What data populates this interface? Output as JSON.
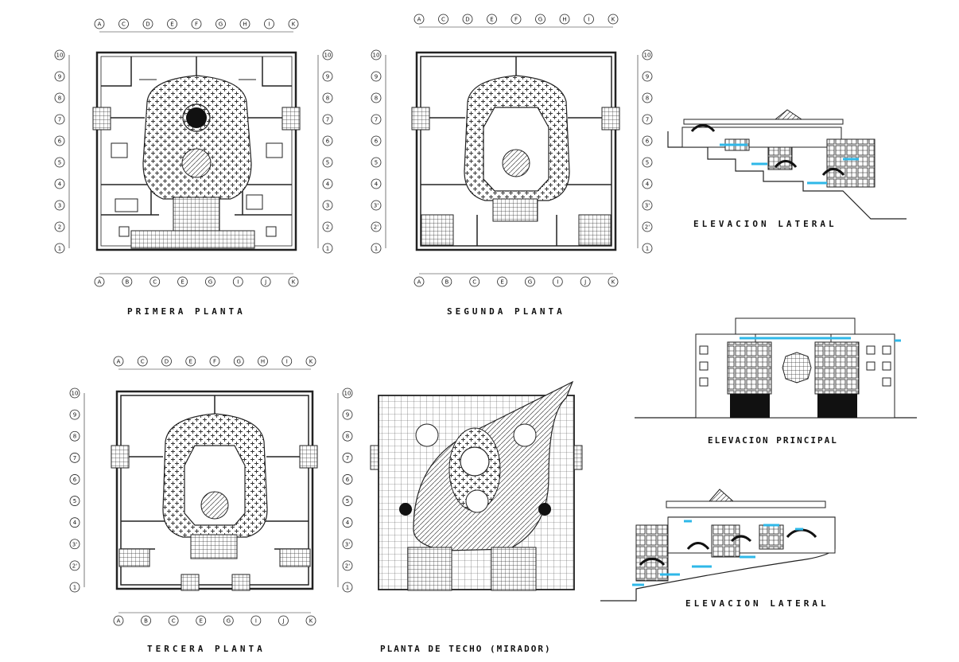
{
  "titles": {
    "primera": "PRIMERA   PLANTA",
    "segunda": "SEGUNDA   PLANTA",
    "tercera": "TERCERA   PLANTA",
    "techo": "PLANTA DE TECHO (MIRADOR)",
    "elev_lateral_1": "ELEVACION  LATERAL",
    "elev_principal": "ELEVACION PRINCIPAL",
    "elev_lateral_2": "ELEVACION  LATERAL"
  },
  "grid": {
    "primera_top": [
      "A",
      "C",
      "D",
      "E",
      "F",
      "G",
      "H",
      "I",
      "K"
    ],
    "primera_bottom": [
      "A",
      "B",
      "C",
      "E",
      "G",
      "I",
      "J",
      "K"
    ],
    "segunda_top": [
      "A",
      "C",
      "D",
      "E",
      "F",
      "G",
      "H",
      "I",
      "K"
    ],
    "segunda_bottom": [
      "A",
      "B",
      "C",
      "E",
      "G",
      "I",
      "J",
      "K"
    ],
    "tercera_top": [
      "A",
      "C",
      "D",
      "E",
      "F",
      "G",
      "H",
      "I",
      "K"
    ],
    "tercera_bottom": [
      "A",
      "B",
      "C",
      "E",
      "G",
      "I",
      "J",
      "K"
    ],
    "rows_primera": [
      "10",
      "9",
      "8",
      "7",
      "6",
      "5",
      "4",
      "3",
      "2",
      "1"
    ],
    "rows_segunda": [
      "10",
      "9",
      "8",
      "7",
      "6",
      "5",
      "4",
      "3'",
      "2'",
      "1"
    ],
    "rows_tercera": [
      "10",
      "9",
      "8",
      "7",
      "6",
      "5",
      "4",
      "3'",
      "2'",
      "1"
    ]
  },
  "colors": {
    "line": "#222222",
    "accent_cyan": "#2fb8e8"
  }
}
